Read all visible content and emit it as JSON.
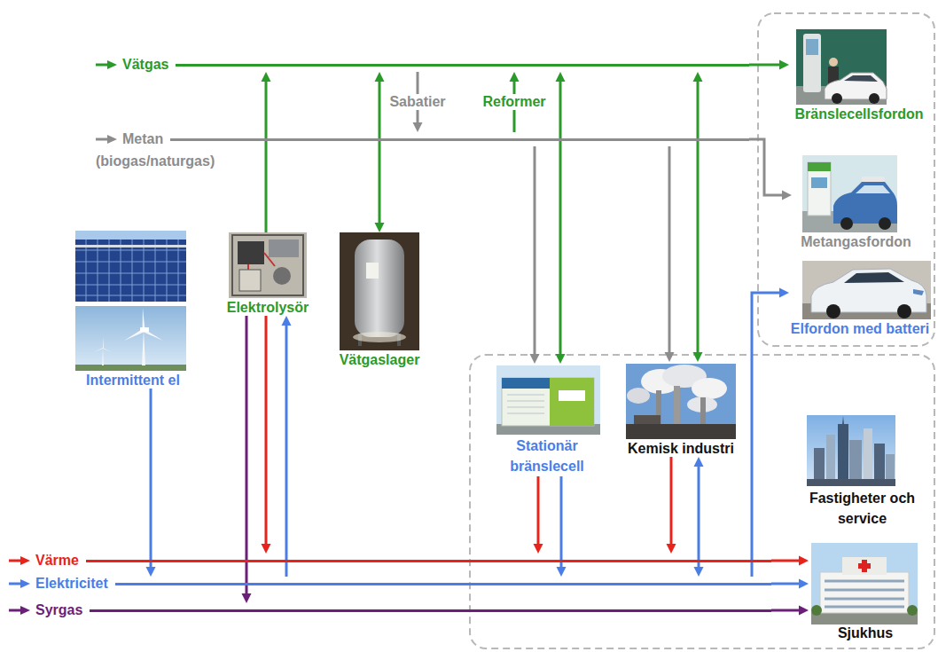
{
  "diagram": {
    "nodes": [
      {
        "text": [
          "Vätgas"
        ]
      },
      {
        "text": [
          "Metan"
        ]
      },
      {
        "text": [
          "Bränslecellsfordon"
        ]
      },
      {
        "text": [
          "Metangasfordon"
        ]
      },
      {
        "text": [
          "Elfordon med batteri"
        ]
      },
      {
        "text": [
          "Intermittent el"
        ]
      },
      {
        "text": [
          "Elektrolysör"
        ]
      },
      {
        "text": [
          "Vätgaslager"
        ]
      },
      {
        "text": [
          "Stationär bränslecell"
        ]
      },
      {
        "text": [
          "Kemisk industri"
        ]
      },
      {
        "text": [
          "Fastigheter och service"
        ]
      },
      {
        "text": [
          "Sjukhus"
        ]
      },
      {
        "text": [
          "Värme"
        ]
      },
      {
        "text": [
          "Elektricitet"
        ]
      },
      {
        "text": [
          "Syrgas"
        ]
      }
    ],
    "edges": [
      {
        "from": 0,
        "to": 2,
        "arrow": "to"
      },
      {
        "from": 1,
        "to": 3,
        "arrow": "to"
      },
      {
        "from": 13,
        "to": 4,
        "arrow": "to"
      },
      {
        "from": 0,
        "to": 1,
        "label": "Sabatier",
        "arrow": "to"
      },
      {
        "from": 1,
        "to": 0,
        "label": "Reformer",
        "arrow": "to"
      },
      {
        "from": 6,
        "to": 0,
        "arrow": "to"
      },
      {
        "from": 7,
        "to": 0,
        "arrow": "both"
      },
      {
        "from": 1,
        "to": 8,
        "arrow": "to"
      },
      {
        "from": 0,
        "to": 8,
        "arrow": "both"
      },
      {
        "from": 1,
        "to": 9,
        "arrow": "to"
      },
      {
        "from": 0,
        "to": 9,
        "arrow": "both"
      },
      {
        "from": 5,
        "to": 13,
        "arrow": "to"
      },
      {
        "from": 6,
        "to": 14,
        "arrow": "to"
      },
      {
        "from": 6,
        "to": 12,
        "arrow": "to"
      },
      {
        "from": 13,
        "to": 6,
        "arrow": "to"
      },
      {
        "from": 8,
        "to": 12,
        "arrow": "to"
      },
      {
        "from": 8,
        "to": 13,
        "arrow": "to"
      },
      {
        "from": 9,
        "to": 12,
        "arrow": "to"
      },
      {
        "from": 9,
        "to": 13,
        "arrow": "both"
      },
      {
        "from": 12,
        "to": 11,
        "arrow": "to"
      },
      {
        "from": 13,
        "to": 11,
        "arrow": "to"
      },
      {
        "from": 14,
        "to": 11,
        "arrow": "to"
      }
    ],
    "labels": [
      "(biogas/naturgas)"
    ]
  }
}
